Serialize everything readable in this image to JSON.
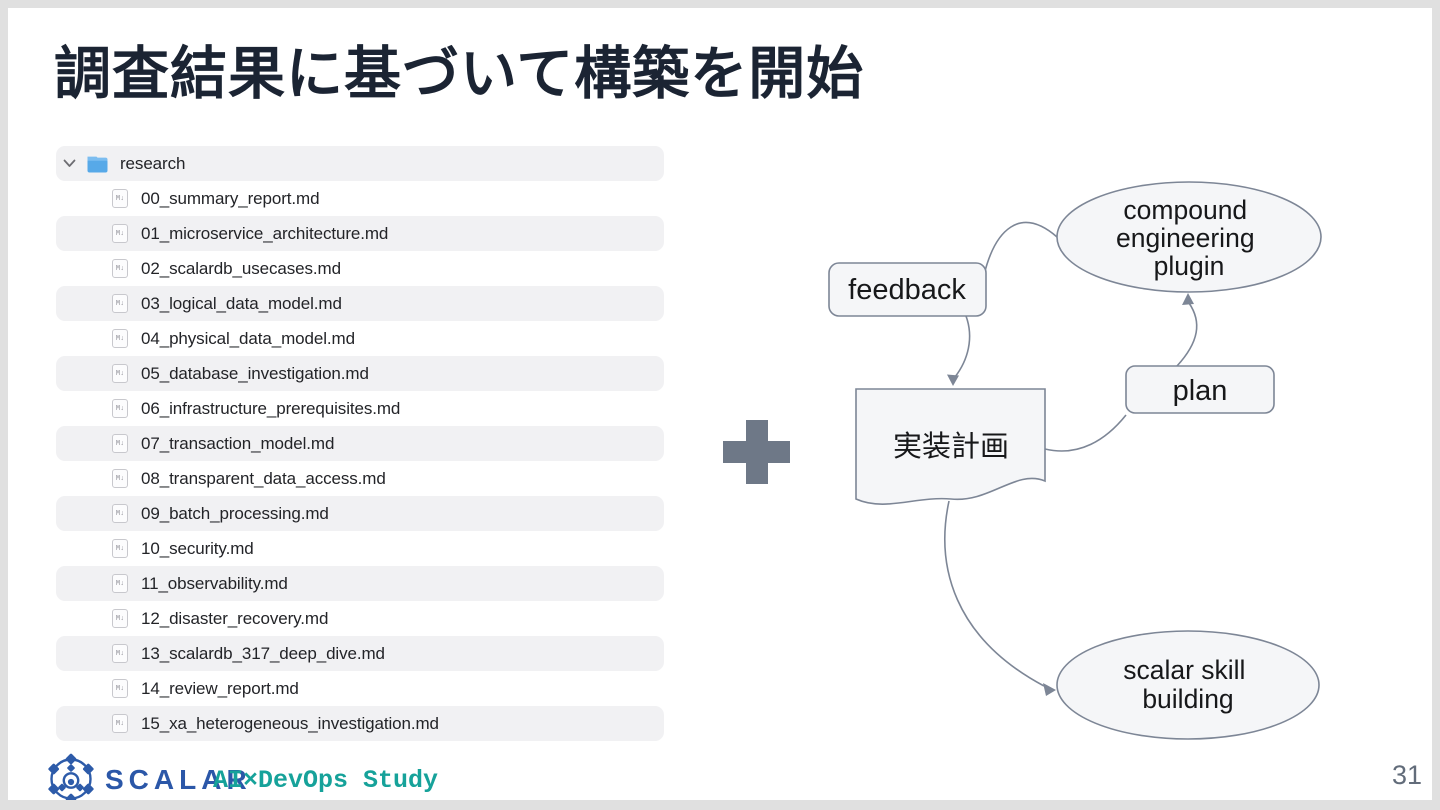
{
  "slide": {
    "title": "調査結果に基づいて構築を開始",
    "page_number": "31"
  },
  "file_tree": {
    "folder": "research",
    "file_icon_glyph": "M↓",
    "files": [
      "00_summary_report.md",
      "01_microservice_architecture.md",
      "02_scalardb_usecases.md",
      "03_logical_data_model.md",
      "04_physical_data_model.md",
      "05_database_investigation.md",
      "06_infrastructure_prerequisites.md",
      "07_transaction_model.md",
      "08_transparent_data_access.md",
      "09_batch_processing.md",
      "10_security.md",
      "11_observability.md",
      "12_disaster_recovery.md",
      "13_scalardb_317_deep_dive.md",
      "14_review_report.md",
      "15_xa_heterogeneous_investigation.md"
    ]
  },
  "diagram": {
    "feedback": {
      "label": "feedback"
    },
    "compound_plugin": {
      "lines": [
        "compound",
        "engineering",
        "plugin"
      ]
    },
    "plan": {
      "label": "plan"
    },
    "implementation_plan": {
      "label": "実装計画"
    },
    "scalar_skill": {
      "lines": [
        "scalar skill",
        "building"
      ]
    }
  },
  "footer": {
    "brand": "SCALAR",
    "event": "AI×DevOps Study"
  },
  "icons": {
    "tree_chevron": "chevron-down",
    "folder": "blue-folder",
    "markdown_file": "markdown-page",
    "plus": "plus-cross",
    "brand_logo": "scalar-network-ring"
  },
  "colors": {
    "canvas_frame": "#e0e0e0",
    "slide_bg": "#ffffff",
    "title_text": "#1b2433",
    "tree_stripe": "#f1f1f3",
    "folder_blue": "#57a9e8",
    "diagram_stroke": "#7d8696",
    "diagram_fill": "#f5f6f8",
    "plus_gray": "#6e7887",
    "brand_blue": "#2b57a8",
    "event_teal": "#16a29a",
    "page_number_gray": "#626c7a"
  }
}
